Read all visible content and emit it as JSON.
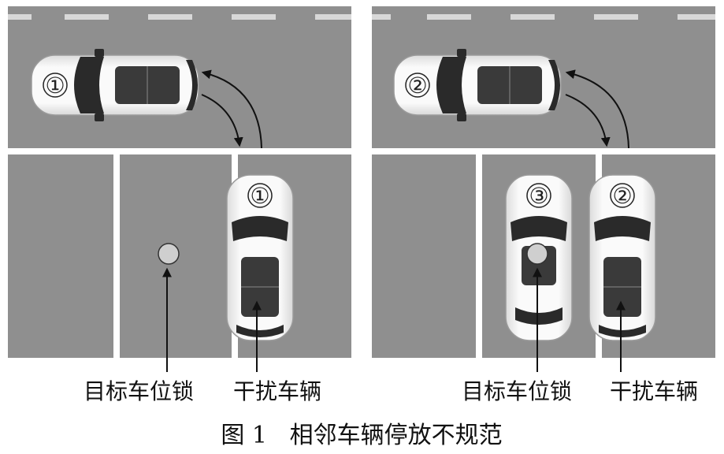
{
  "colors": {
    "road": "#8f8f8f",
    "lane_line": "#ffffff",
    "car_body": "#f4f4f4",
    "glass": "#2a2a2a",
    "sunroof": "#3a3a3a",
    "lock": "#cfcfcf",
    "arrow": "#111111",
    "text": "#111111"
  },
  "panels": [
    {
      "id": "left",
      "top_car_number": "①",
      "parked_cars": [
        {
          "number": "①"
        }
      ],
      "labels": {
        "lock": "目标车位锁",
        "interfering": "干扰车辆"
      }
    },
    {
      "id": "right",
      "top_car_number": "②",
      "parked_cars": [
        {
          "number": "③"
        },
        {
          "number": "②"
        }
      ],
      "labels": {
        "lock": "目标车位锁",
        "interfering": "干扰车辆"
      }
    }
  ],
  "caption": "图 1   相邻车辆停放不规范"
}
